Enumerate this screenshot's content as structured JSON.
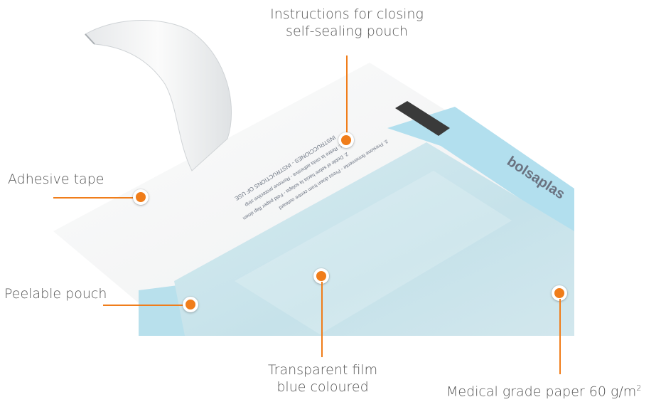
{
  "callouts": {
    "instructions": {
      "line1": "Instructions for closing",
      "line2": "self-sealing pouch"
    },
    "adhesive": {
      "text": "Adhesive tape"
    },
    "peelable": {
      "text": "Peelable pouch"
    },
    "film": {
      "line1": "Transparent film",
      "line2": "blue coloured"
    },
    "paper": {
      "text": "Medical grade paper 60 g/m",
      "superscript": "2"
    }
  },
  "package": {
    "brand": "bolsaplas",
    "instructions_title": "INSTRUCCIONES - INSTRUCTIONS OF USE",
    "instruction_1": "1. Retire la cinta adhesiva - Remove protective strip",
    "instruction_2": "2. Doble el sobre hacia la solapa - Fold paper flap down",
    "instruction_3": "3. Presione firmemente - Press down from centre outward"
  },
  "colors": {
    "accent": "#f07d1a",
    "label_text": "#555555",
    "pouch_blue": "#c9e4ec",
    "seal_blue": "#a9d9ea",
    "paper": "#f7f8f8"
  }
}
